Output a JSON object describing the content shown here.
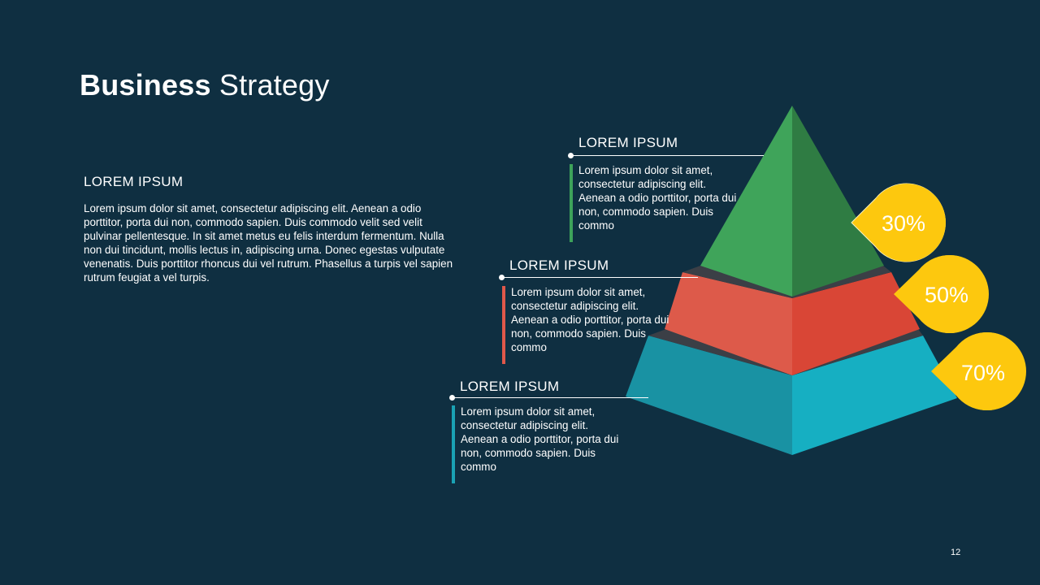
{
  "title": {
    "bold": "Business",
    "light": "Strategy"
  },
  "intro": {
    "heading": "LOREM IPSUM",
    "body": "Lorem ipsum dolor sit amet, consectetur adipiscing elit. Aenean a odio porttitor, porta dui non, commodo sapien. Duis commodo velit sed velit pulvinar pellentesque. In sit amet metus eu felis interdum fermentum. Nulla non dui tincidunt, mollis lectus in, adipiscing urna. Donec egestas vulputate venenatis. Duis porttitor rhoncus dui vel rutrum. Phasellus a turpis vel sapien rutrum feugiat a vel turpis."
  },
  "levels": [
    {
      "heading": "LOREM IPSUM",
      "body": "Lorem ipsum dolor sit amet, consectetur adipiscing elit. Aenean a odio porttitor, porta dui non, commodo sapien. Duis commo",
      "percent": "30%",
      "color": "#3da25a"
    },
    {
      "heading": "LOREM IPSUM",
      "body": "Lorem ipsum dolor sit amet, consectetur adipiscing elit. Aenean a odio porttitor, porta dui non, commodo sapien. Duis commo",
      "percent": "50%",
      "color": "#e0584a"
    },
    {
      "heading": "LOREM IPSUM",
      "body": "Lorem ipsum dolor sit amet, consectetur adipiscing elit. Aenean a odio porttitor, porta dui non, commodo sapien. Duis commo",
      "percent": "70%",
      "color": "#1aa2b4"
    }
  ],
  "accent": "#fdc80e",
  "page_number": "12"
}
